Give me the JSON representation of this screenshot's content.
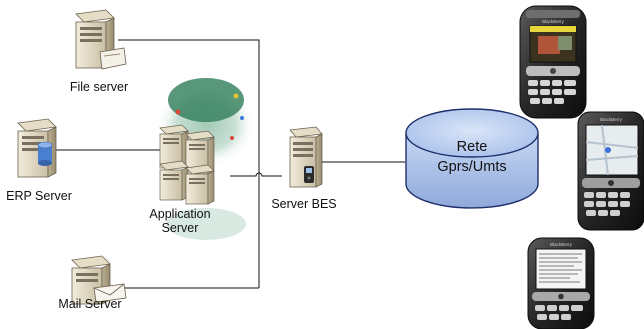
{
  "nodes": {
    "file_server": "File server",
    "erp_server": "ERP Server",
    "application_server_line1": "Application",
    "application_server_line2": "Server",
    "mail_server": "Mail Server",
    "server_bes": "Server BES",
    "network_line1": "Rete",
    "network_line2": "Gprs/Umts"
  },
  "devices": {
    "phone_brand": "BlackBerry"
  },
  "colors": {
    "network_fill": "#b9cdef",
    "network_stroke": "#1f2f6a",
    "server_body": "#d8cfb8",
    "connector": "#111111"
  }
}
